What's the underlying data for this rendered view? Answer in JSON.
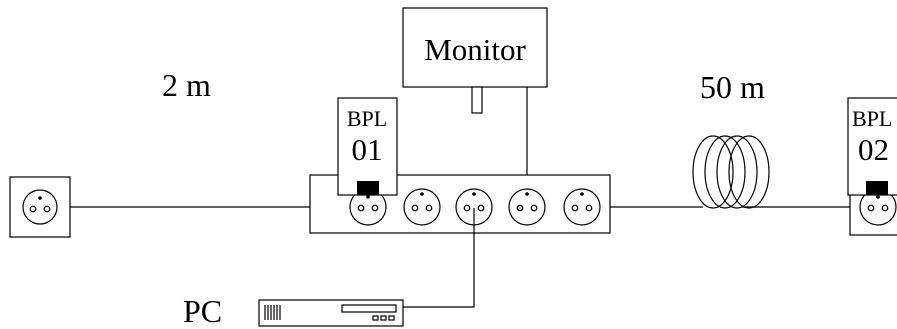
{
  "labels": {
    "short_cable": "2 m",
    "long_cable": "50 m",
    "monitor": "Monitor",
    "pc": "PC"
  },
  "bpl_adapters": [
    {
      "line1": "BPL",
      "line2": "01"
    },
    {
      "line1": "BPL",
      "line2": "02"
    }
  ],
  "colors": {
    "stroke": "#000000",
    "background": "#ffffff"
  }
}
